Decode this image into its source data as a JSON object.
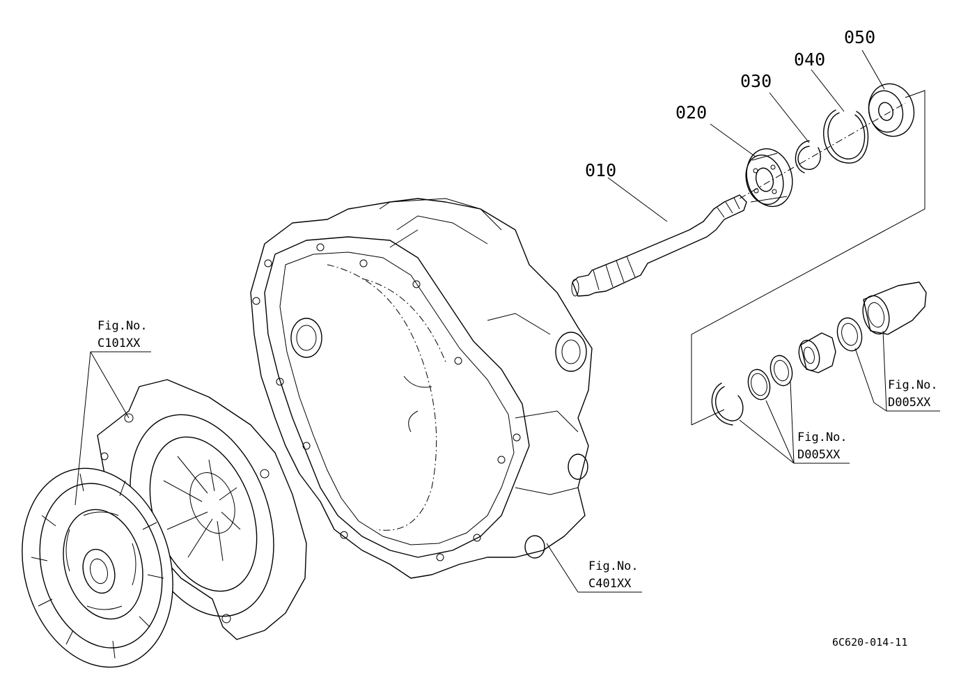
{
  "parts": {
    "p010": "010",
    "p020": "020",
    "p030": "030",
    "p040": "040",
    "p050": "050"
  },
  "refs": {
    "clutch": {
      "prefix": "Fig.No.",
      "code": "C101XX"
    },
    "housing": {
      "prefix": "Fig.No.",
      "code": "C401XX"
    },
    "kit_upper": {
      "prefix": "Fig.No.",
      "code": "D005XX"
    },
    "kit_lower": {
      "prefix": "Fig.No.",
      "code": "D005XX"
    }
  },
  "drawing_id": "6C620-014-11"
}
